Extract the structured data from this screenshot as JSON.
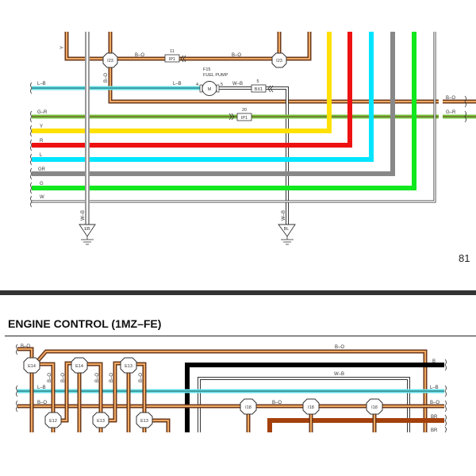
{
  "page": {
    "page_number": "81",
    "section_title": "ENGINE CONTROL (1MZ–FE)"
  },
  "colors": {
    "B-O_outer": "#6b3a1e",
    "B-O_inner": "#f0a860",
    "L-B": "#66e0e8",
    "G-R": "#7bc943",
    "Y": "#ffe000",
    "R": "#ee1111",
    "L": "#00e5ff",
    "GR": "#888888",
    "G": "#11e81e",
    "W": "#ffffff",
    "B": "#000000",
    "BR": "#a4400c",
    "W-B": "#888888"
  },
  "top_diagram": {
    "wire_labels_left": [
      "L–B",
      "G–R",
      "Y",
      "R",
      "L",
      "GR",
      "G",
      "W"
    ],
    "wire_labels_right": [
      "B–O",
      "G–R"
    ],
    "inline_labels": {
      "b_o_1": "B–O",
      "b_o_2": "B–O",
      "l_b": "L–B",
      "w_b": "W–B",
      "y_top": "Y",
      "b_o_vert": "B–O",
      "w_b_left": "W–B",
      "w_b_right": "W–B"
    },
    "junctions": [
      "I23",
      "I23"
    ],
    "connectors": [
      {
        "pin": "11",
        "name": "IP1"
      },
      {
        "pin": "5",
        "name": "BX1"
      },
      {
        "pin": "20",
        "name": "IP1"
      }
    ],
    "component": {
      "id": "F15",
      "name": "FUEL PUMP",
      "symbol": "M",
      "pin_left": "4",
      "pin_right": "5"
    },
    "grounds": [
      "EB",
      "BL"
    ]
  },
  "bottom_diagram": {
    "wire_labels_left": [
      "B–O",
      "L–B",
      "B–O"
    ],
    "wire_labels_right": [
      "B",
      "L–B",
      "B–O",
      "BR",
      "BR"
    ],
    "inline_labels": {
      "top_b_o": "B–O",
      "w_b": "W–B",
      "mid_b_o": "B–O",
      "vert_b_o": "B–O"
    },
    "junctions_top": [
      "E14",
      "E14",
      "E13"
    ],
    "junctions_mid": [
      "E12",
      "E13",
      "E13"
    ],
    "junctions_right": [
      "I18",
      "I18",
      "I18"
    ]
  }
}
